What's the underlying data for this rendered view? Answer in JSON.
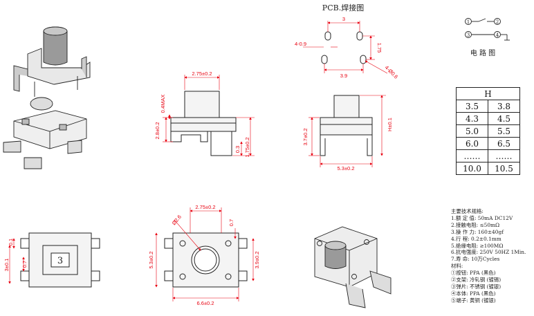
{
  "pcb": {
    "title": "PCB.焊接图",
    "dim_3": "3",
    "dim_175": "1.75",
    "dim_4_09": "4-0.9",
    "dim_39": "3.9",
    "dim_4_06": "4-Ø0.6"
  },
  "circuit": {
    "label": "电 路 图",
    "p1": "1",
    "p2": "2",
    "p3": "3",
    "p4": "4"
  },
  "front": {
    "w": "2.75±0.2",
    "max": "0.4MAX",
    "h28": "2.8±0.2",
    "t03": "0.3",
    "t175": "1.75±0.2"
  },
  "side": {
    "h37": "3.7±0.2",
    "hH": "H±0.1",
    "w53": "5.3±0.2"
  },
  "left": {
    "d01": "0.1",
    "d3": "3±0.1",
    "d07": "0.7",
    "mark": "3"
  },
  "top": {
    "w275": "2.75±0.2",
    "dia": "Ø2.6",
    "d07": "0.7",
    "h53": "5.3±0.2",
    "h39": "3.9±0.2",
    "w66": "6.6±0.2"
  },
  "height_table": {
    "header": "H",
    "rows": [
      [
        "3.5",
        "3.8"
      ],
      [
        "4.3",
        "4.5"
      ],
      [
        "5.0",
        "5.5"
      ],
      [
        "6.0",
        "6.5"
      ],
      [
        "……",
        "……"
      ],
      [
        "10.0",
        "10.5"
      ]
    ]
  },
  "specs": {
    "title": "主要技术规格:",
    "lines": [
      "1.额 定 值: 50mA DC12V",
      "2.接触电阻: ≤50mΩ",
      "3.操 作 力: 160±40gf",
      "4.行    程: 0.2±0.1mm",
      "5.绝缘电阻: ≥100MΩ",
      "6.抗电强度: 250V 50HZ 1Min.",
      "7.寿    命: 10万Cycles",
      "  材料:",
      "①按钮: PPA (黑色)",
      "②支架: 冷轧钢 (镀锡)",
      "③弹片: 不锈钢 (镀银)",
      "④本体: PPA (黑色)",
      "⑤端子: 黄铜 (镀银)"
    ]
  }
}
